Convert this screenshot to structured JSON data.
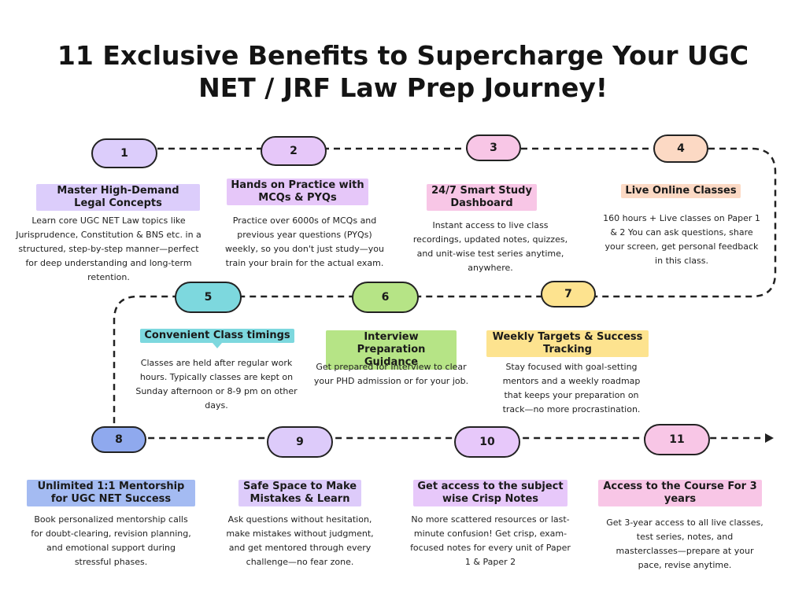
{
  "title": "11 Exclusive Benefits to Supercharge Your UGC NET / JRF Law Prep Journey!",
  "benefits": [
    {
      "number": "1",
      "heading": "Master High-Demand Legal Concepts",
      "description": "Learn core UGC NET Law topics like Jurisprudence, Constitution & BNS etc.  in a structured, step-by-step manner—perfect for deep understanding and long-term retention.",
      "pill_color": "#dccdfb",
      "heading_color": "#dccdfb"
    },
    {
      "number": "2",
      "heading": "Hands on Practice with MCQs & PYQs",
      "description": "Practice  over 6000s of MCQs and previous year questions (PYQs) weekly, so you don't just study—you train your brain for the actual exam.",
      "pill_color": "#e6c7f9",
      "heading_color": "#e6c7f9"
    },
    {
      "number": "3",
      "heading": "24/7 Smart Study Dashboard",
      "description": "Instant access to live class recordings, updated notes, quizzes, and unit-wise test series anytime, anywhere.",
      "pill_color": "#f8c6e6",
      "heading_color": "#f8c6e6"
    },
    {
      "number": "4",
      "heading": "Live Online Classes",
      "description": "160 hours + Live classes on Paper 1 & 2 You can ask questions, share your screen, get personal feedback in this class.",
      "pill_color": "#fcd9c4",
      "heading_color": "#fcd9c4"
    },
    {
      "number": "5",
      "heading": "Convenient Class timings",
      "description": "Classes are held after regular work hours. Typically classes are kept on Sunday afternoon or 8-9 pm on other days.",
      "pill_color": "#7dd8de",
      "heading_color": "#7dd8de"
    },
    {
      "number": "6",
      "heading": "Interview Preparation Guidance",
      "description": "Get prepared for Interview to clear your PHD admission or for your job.",
      "pill_color": "#b6e486",
      "heading_color": "#b6e486"
    },
    {
      "number": "7",
      "heading": "Weekly Targets & Success Tracking",
      "description": "Stay focused with goal-setting mentors and a weekly roadmap that keeps your preparation on track—no more procrastination.",
      "pill_color": "#fde38f",
      "heading_color": "#fde38f"
    },
    {
      "number": "8",
      "heading": "Unlimited 1:1 Mentorship for UGC NET Success",
      "description": "Book personalized mentorship calls for doubt-clearing, revision planning, and emotional support during stressful phases.",
      "pill_color": "#8fa9ee",
      "heading_color": "#a4bbf2"
    },
    {
      "number": "9",
      "heading": "Safe Space to Make Mistakes & Learn",
      "description": "Ask questions without hesitation, make mistakes without judgment, and get mentored through every challenge—no fear zone.",
      "pill_color": "#ddcbfa",
      "heading_color": "#ddcbfa"
    },
    {
      "number": "10",
      "heading": "Get access to the subject wise Crisp Notes",
      "description": "No more scattered resources or last-minute confusion! Get crisp, exam-focused notes for every unit of Paper 1 & Paper 2",
      "pill_color": "#e7c8fa",
      "heading_color": "#e7c8fa"
    },
    {
      "number": "11",
      "heading": "Access to the Course For 3 years",
      "description": "Get 3-year access to all live classes, test series, notes, and masterclasses—prepare at your pace, revise anytime.",
      "pill_color": "#f8c6e6",
      "heading_color": "#f8c6e6"
    }
  ]
}
